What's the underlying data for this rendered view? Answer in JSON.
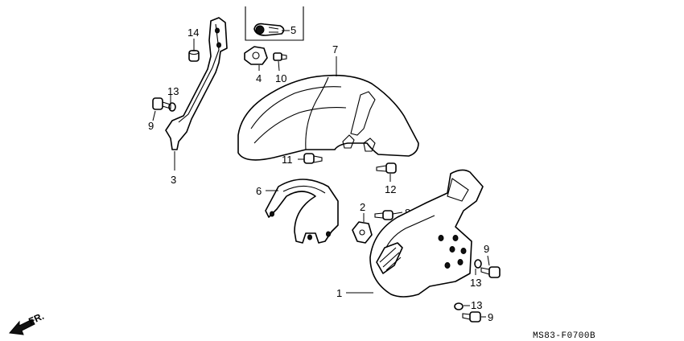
{
  "callouts": {
    "c1": "1",
    "c2": "2",
    "c3": "3",
    "c4": "4",
    "c5": "5",
    "c6": "6",
    "c7": "7",
    "c8": "8",
    "c9a": "9",
    "c9b": "9",
    "c9c": "9",
    "c10": "10",
    "c11": "11",
    "c12": "12",
    "c13a": "13",
    "c13b": "13",
    "c13c": "13",
    "c14": "14"
  },
  "diagram_code": "MS83-F0700B",
  "direction_label": "FR."
}
